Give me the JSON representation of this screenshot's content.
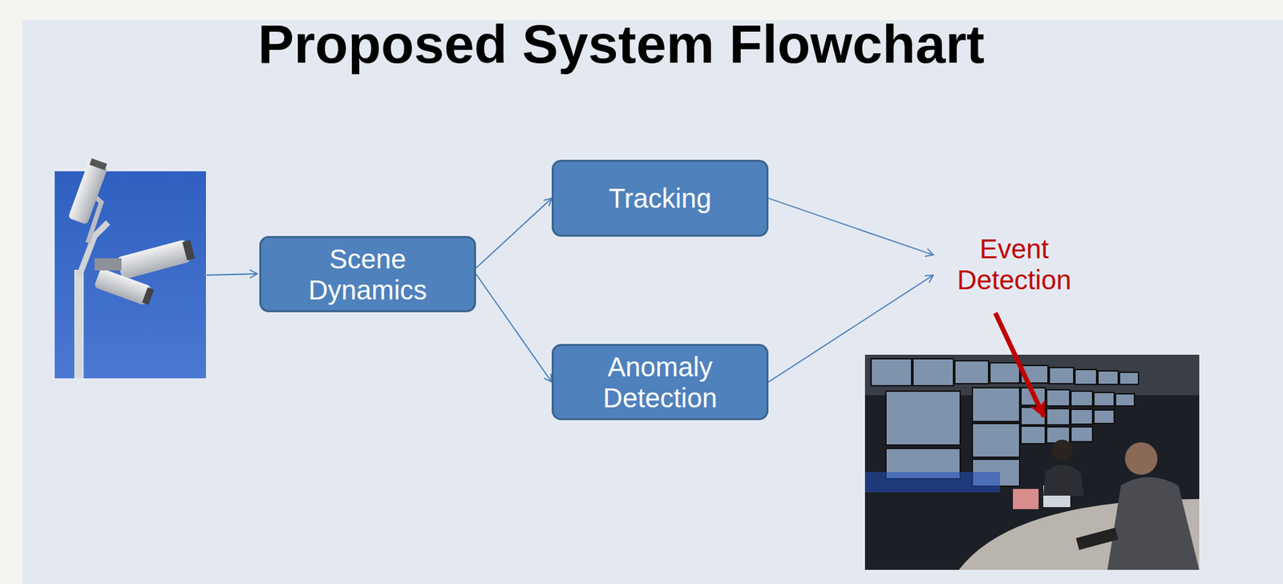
{
  "diagram": {
    "title": "Proposed System Flowchart",
    "nodes": [
      {
        "text": [
          "Scene Dynamics"
        ]
      },
      {
        "text": [
          "Tracking"
        ]
      },
      {
        "text": [
          "Anomaly Detection"
        ]
      },
      {
        "text": [
          "Event Detection"
        ]
      }
    ],
    "edges": [
      {
        "from": 0,
        "to": 1,
        "arrow": "to"
      },
      {
        "from": 0,
        "to": 2,
        "arrow": "to"
      },
      {
        "from": 1,
        "to": 3,
        "arrow": "to"
      },
      {
        "from": 2,
        "to": 3,
        "arrow": "to"
      }
    ]
  }
}
